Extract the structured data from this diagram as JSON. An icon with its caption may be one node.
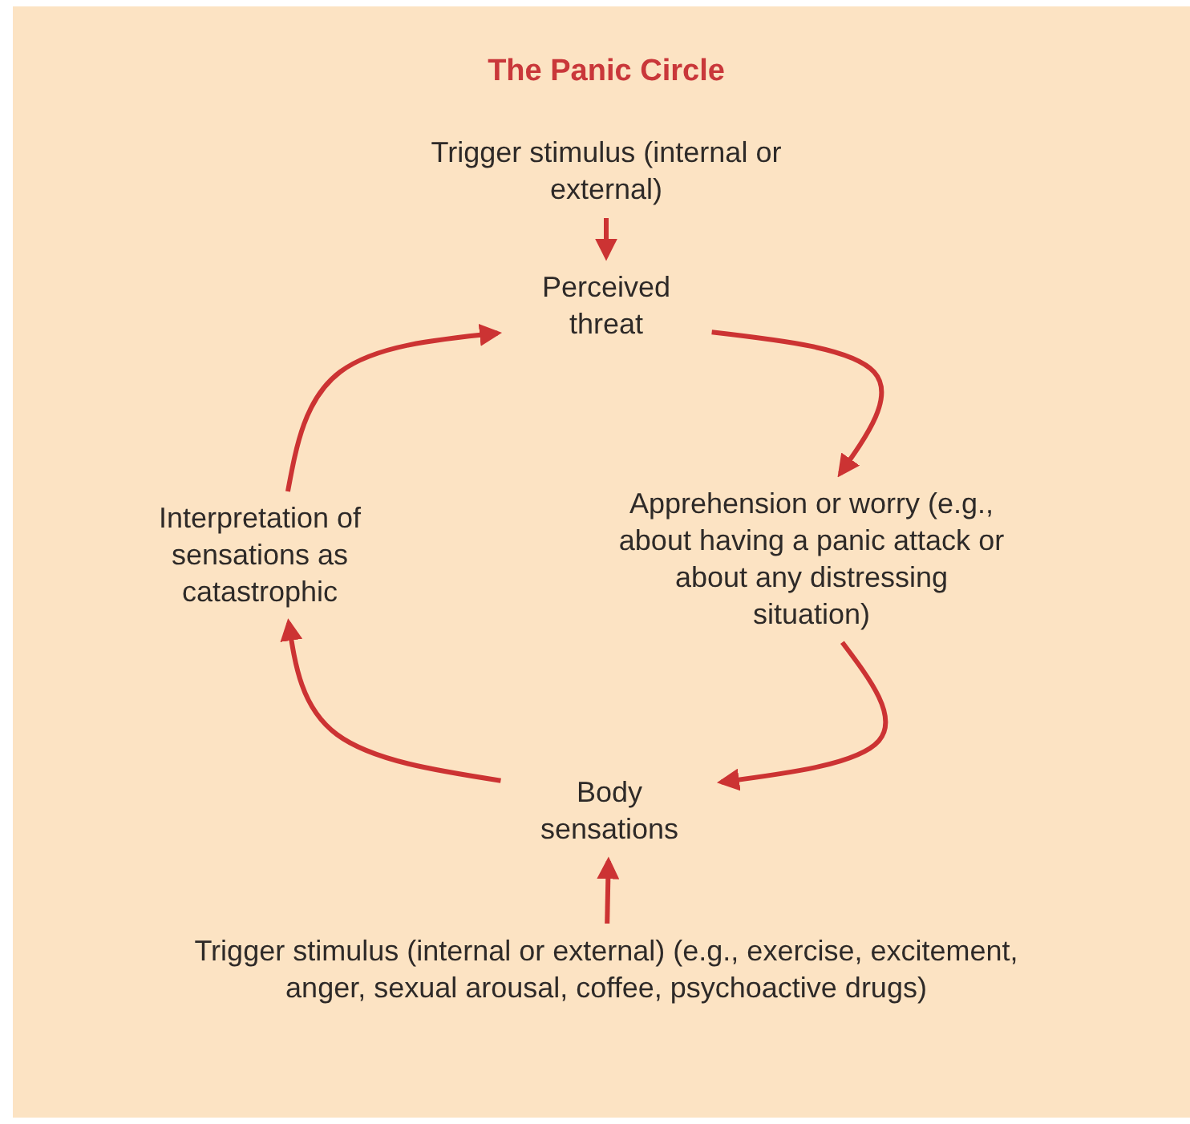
{
  "diagram": {
    "title": "The Panic Circle",
    "nodes": [
      {
        "text": [
          "Trigger stimulus (internal or external)"
        ]
      },
      {
        "text": [
          "Perceived threat"
        ]
      },
      {
        "text": [
          "Apprehension or worry (e.g., about having a panic attack or about any distressing situation)"
        ]
      },
      {
        "text": [
          "Body sensations"
        ]
      },
      {
        "text": [
          "Interpretation of sensations as catastrophic"
        ]
      },
      {
        "text": [
          "Trigger stimulus (internal or external) (e.g., exercise, excitement, anger, sexual arousal, coffee, psychoactive drugs)"
        ]
      }
    ],
    "edges": [
      {
        "from": 0,
        "to": 1,
        "arrow": "to"
      },
      {
        "from": 1,
        "to": 2,
        "arrow": "to"
      },
      {
        "from": 2,
        "to": 3,
        "arrow": "to"
      },
      {
        "from": 3,
        "to": 4,
        "arrow": "to"
      },
      {
        "from": 4,
        "to": 1,
        "arrow": "to"
      },
      {
        "from": 5,
        "to": 3,
        "arrow": "to"
      }
    ]
  }
}
